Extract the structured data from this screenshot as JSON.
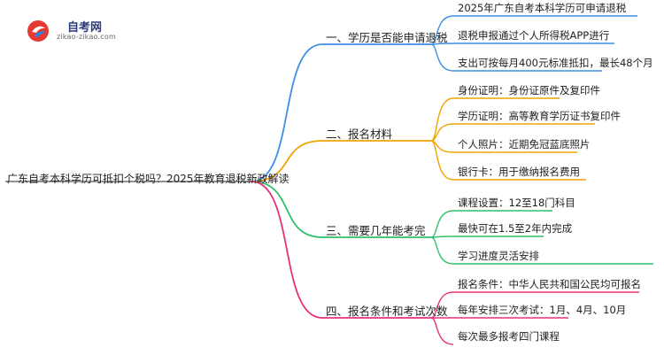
{
  "logo": {
    "title": "自考网",
    "subtitle": "zikao-zikao.com"
  },
  "root": "广东自考本科学历可抵扣个税吗？2025年教育退税新政解读",
  "branches": [
    {
      "label": "一、学历是否能申请退税",
      "color": "#3a8ee6",
      "leaves": [
        "2025年广东自考本科学历可申请退税",
        "退税申报通过个人所得税APP进行",
        "支出可按每月400元标准抵扣，最长48个月"
      ]
    },
    {
      "label": "二、报名材料",
      "color": "#f0a400",
      "leaves": [
        "身份证明：身份证原件及复印件",
        "学历证明：高等教育学历证书复印件",
        "个人照片：近期免冠蓝底照片",
        "银行卡：用于缴纳报名费用"
      ]
    },
    {
      "label": "三、需要几年能考完",
      "color": "#2fbf6a",
      "leaves": [
        "课程设置：12至18门科目",
        "最快可在1.5至2年内完成",
        "学习进度灵活安排"
      ]
    },
    {
      "label": "四、报名条件和考试次数",
      "color": "#e8307a",
      "leaves": [
        "报名条件：中华人民共和国公民均可报名",
        "每年安排三次考试：1月、4月、10月",
        "每次最多报考四门课程"
      ]
    }
  ]
}
